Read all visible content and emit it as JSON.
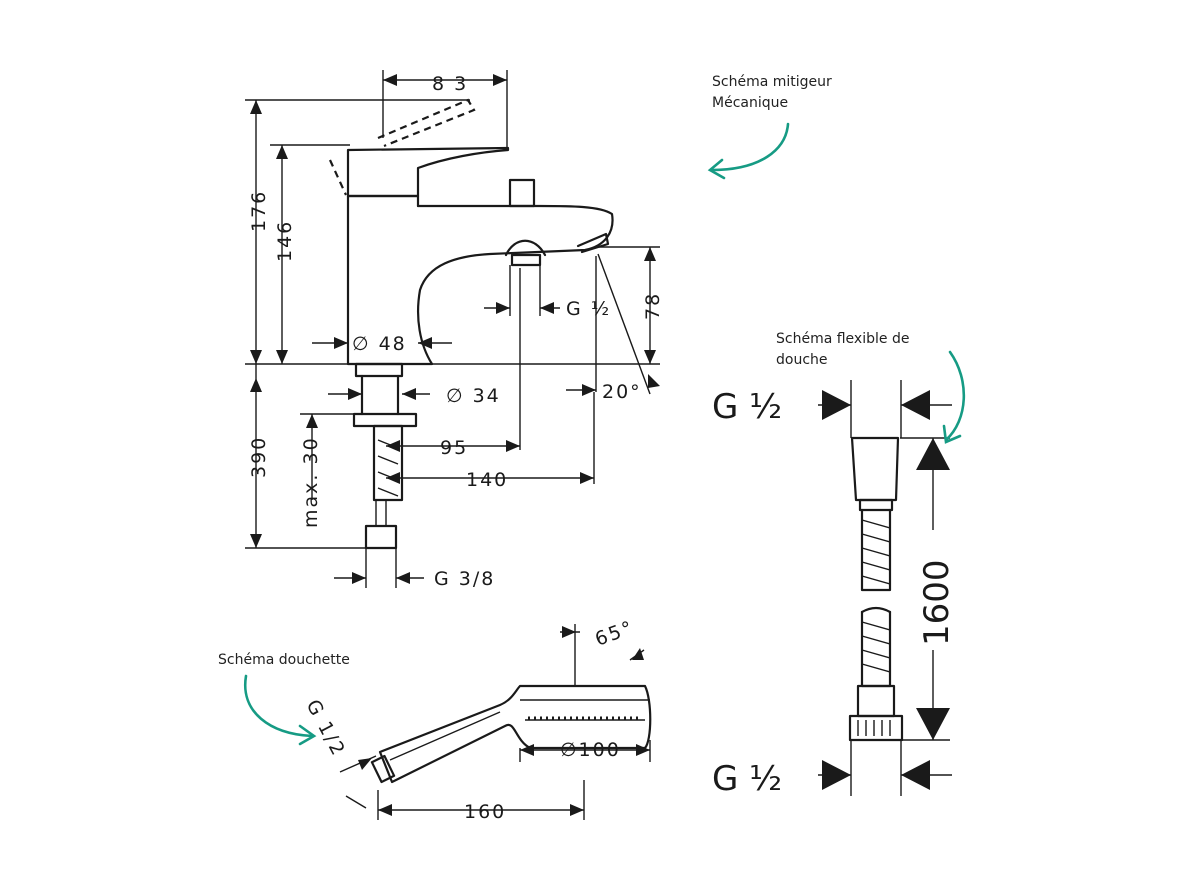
{
  "notes": {
    "mitigeur_line1": "Schéma mitigeur",
    "mitigeur_line2": "Mécanique",
    "flexible_line1": "Schéma flexible de",
    "flexible_line2": "douche",
    "douchette": "Schéma douchette"
  },
  "mixer_dims": {
    "d83": "8 3",
    "d176": "176",
    "d146": "146",
    "d78": "78",
    "g_half": "G ½",
    "phi48": "∅ 48",
    "phi34": "∅ 34",
    "angle20": "20°",
    "d390": "390",
    "max30": "max. 30",
    "d95": "95",
    "d140": "140",
    "g38": "G 3/8"
  },
  "hand_dims": {
    "angle65": "65°",
    "g12": "G 1/2",
    "phi100": "∅100",
    "d160": "160"
  },
  "hose_dims": {
    "g_top": "G ½",
    "g_bottom": "G ½",
    "d1600": "1600"
  },
  "colors": {
    "line": "#1a1a1a",
    "accent": "#169b84"
  }
}
